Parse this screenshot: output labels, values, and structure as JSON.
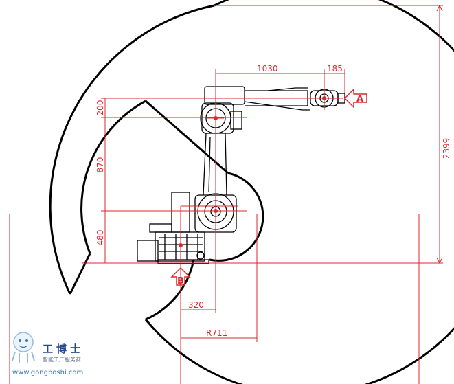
{
  "dimensions": {
    "reach_horizontal": "1030",
    "wrist_offset": "185",
    "base_offset": "320",
    "radius": "R711",
    "total_height": "2399",
    "seg_top": "200",
    "seg_arm": "870",
    "seg_base": "480"
  },
  "markers": {
    "view_a": "A",
    "view_b": "B"
  },
  "watermark": {
    "brand": "工博士",
    "tagline": "智能工厂服务商",
    "url": "www.gongboshi.com"
  },
  "colors": {
    "dimension": "#d9282e",
    "outline": "#000000",
    "watermark": "#1d3f8c"
  }
}
